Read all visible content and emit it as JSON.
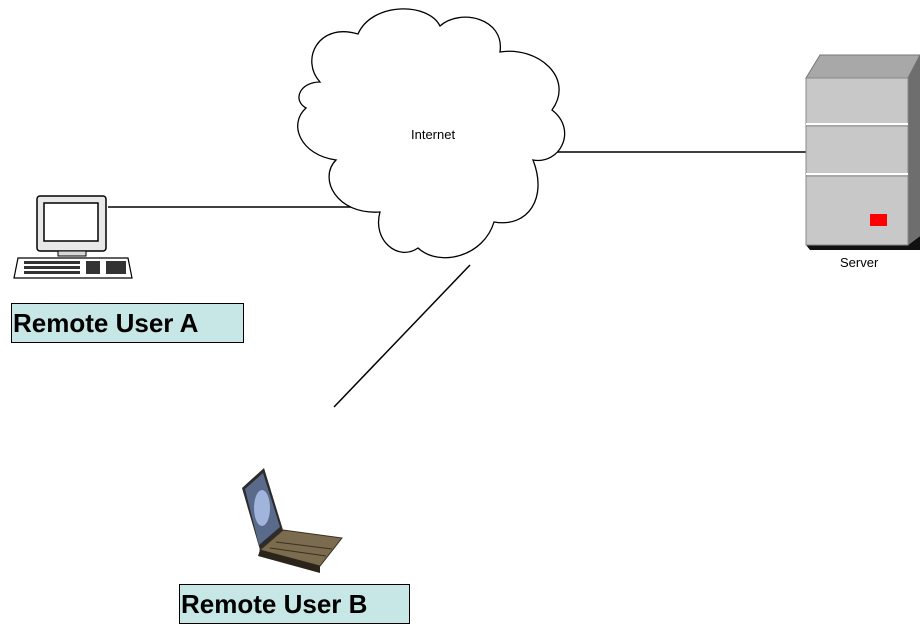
{
  "diagram": {
    "internet_label": "Internet",
    "server_label": "Server",
    "remote_user_a_label": "Remote User A",
    "remote_user_b_label": "Remote User B"
  },
  "colors": {
    "label_box_fill": "#c7e6e6",
    "server_body": "#c8c8c8",
    "server_led": "#ff0000"
  },
  "icons": [
    "cloud-icon",
    "server-icon",
    "desktop-computer-icon",
    "laptop-icon"
  ]
}
